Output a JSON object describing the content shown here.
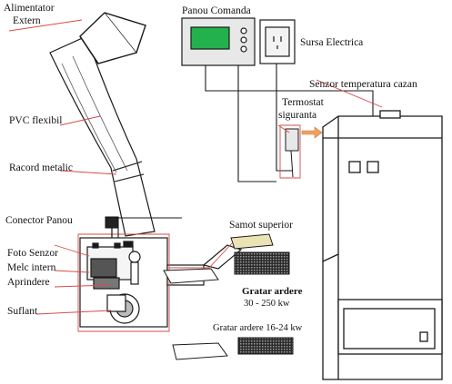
{
  "labels": {
    "alimentator_line1": "Alimentator",
    "alimentator_line2": "Extern",
    "panou_comanda": "Panou Comanda",
    "sursa_electrica": "Sursa Electrica",
    "senzor_temperatura": "Senzor temperatura cazan",
    "termostat_line1": "Termostat",
    "termostat_line2": "siguranta",
    "pvc_flexibil": "PVC flexibil",
    "racord_metalic": "Racord metalic",
    "conector_panou": "Conector Panou",
    "samot_superior": "Samot superior",
    "foto_senzor": "Foto Senzor",
    "melc_intern": "Melc intern",
    "aprindere": "Aprindere",
    "gratar_ardere": "Gratar ardere",
    "gratar_range": "30 - 250 kw",
    "suflant": "Suflant",
    "gratar_ardere_small": "Gratar ardere 16-24 kw"
  },
  "colors": {
    "outline": "#1a1a1a",
    "leader": "#d84a4a",
    "panel_screen": "#22b14c",
    "panel_body": "#e8e8e8",
    "grate_body": "#3a3a3a",
    "samot": "#ece3b5",
    "arrow": "#f0a060"
  }
}
